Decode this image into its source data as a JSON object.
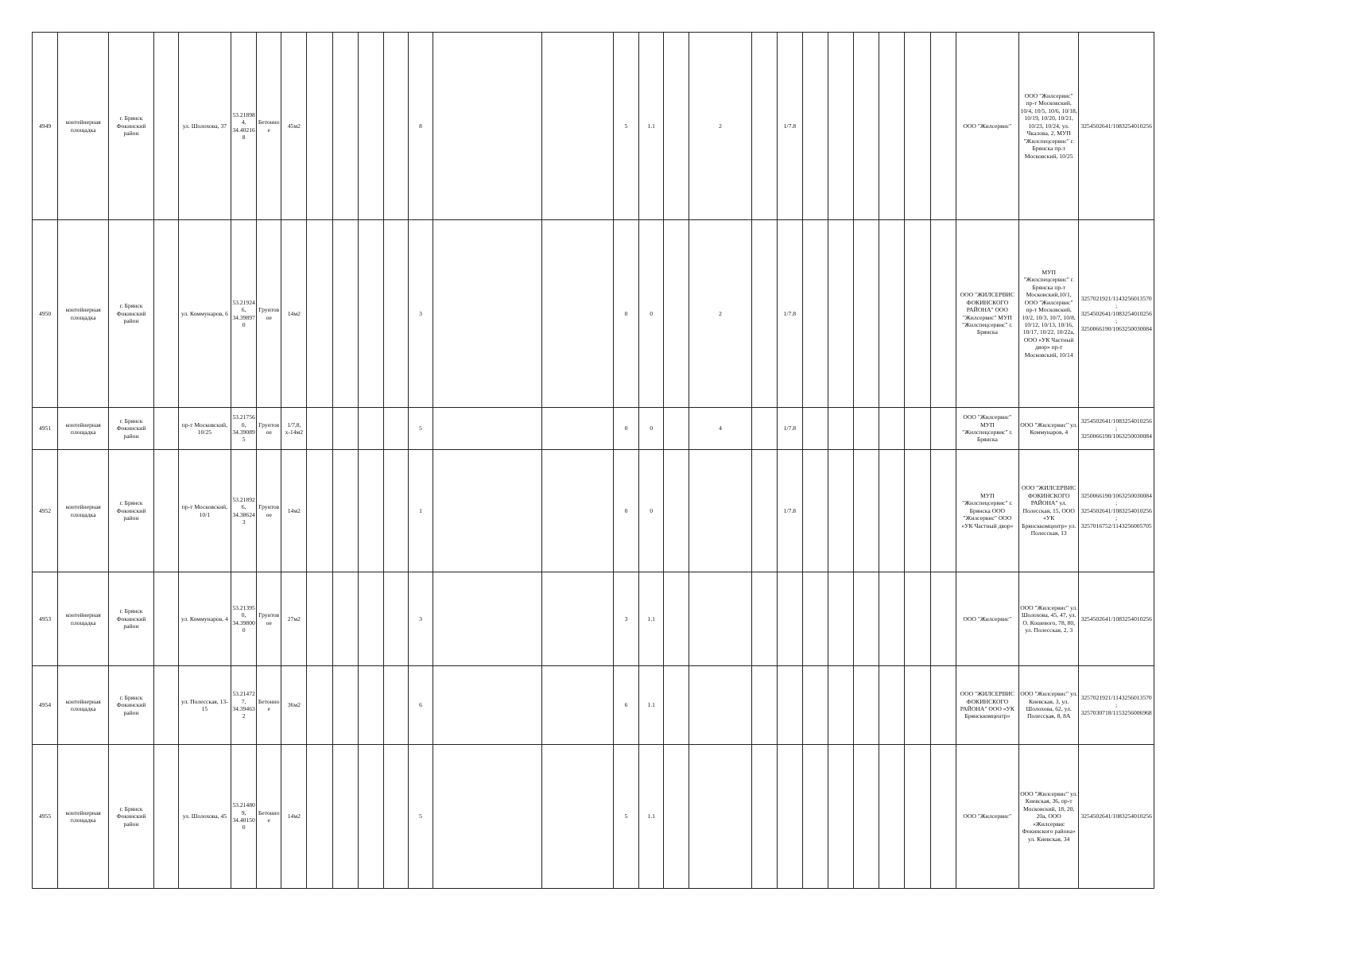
{
  "rows": [
    {
      "id": "4949",
      "type": "контейнерная площадка",
      "city": "г. Брянск Фокинский район",
      "address": "ул. Шолохова, 37",
      "coords": "53.218984, 34.402168",
      "surface": "Бетонное",
      "area": "45м2",
      "c12": "8",
      "c15": "5",
      "c16": "1.1",
      "c18": "2",
      "c20": "1/7.8",
      "owner": "ООО \"Жилсервис\"",
      "sources": "ООО \"Жилсервис\" пр-т Московский, 10/4, 10/5, 10/6, 10/18, 10/19, 10/20, 10/21, 10/23, 10/24, ул. Чкалова, 2, МУП \"Жилспецсервис\" г. Брянска пр-т Московский, 10/25",
      "inn": "3254502641/1083254010256"
    },
    {
      "id": "4950",
      "type": "контейнерная площадка",
      "city": "г. Брянск Фокинский район",
      "address": "ул. Коммунаров, 6",
      "coords": "53.219246, 34.398970",
      "surface": "Грунтовое",
      "area": "14м2",
      "c12": "3",
      "c15": "0",
      "c16": "0",
      "c18": "2",
      "c20": "1/7.8",
      "owner": "ООО \"ЖИЛСЕРВИС ФОКИНСКОГО РАЙОНА\" ООО \"Жилсервис\" МУП \"Жилспецсервис\" г. Брянска",
      "sources": "МУП \"Жилспецсервис\" г. Брянска пр-т Московский,10/1, ООО \"Жилсервис\" пр-т Московский, 10/2, 10/3, 10/7, 10/8, 10/12, 10/13, 10/16, 10/17, 10/22, 10/22а, ООО «УК Частный двор» пр-т Московский, 10/14",
      "inn": "3257021921/1143256013570 ; 3254502641/1083254010256 ; 3250066190/1063250030084"
    },
    {
      "id": "4951",
      "type": "контейнерная площадка",
      "city": "г. Брянск Фокинский район",
      "address": "пр-т Московский, 10/25",
      "coords": "53.217560, 34.390895",
      "surface": "Грунтовое",
      "area": "1/7,8, х-14м2",
      "c12": "5",
      "c15": "0",
      "c16": "0",
      "c18": "4",
      "c20": "1/7.8",
      "owner": "ООО \"Жилсервис\" МУП \"Жилспецсервис\" г. Брянска",
      "sources": "ООО \"Жилсервис\" ул. Коммунаров, 4",
      "inn": "3254502641/1083254010256 ; 3250066190/1063250030084"
    },
    {
      "id": "4952",
      "type": "контейнерная площадка",
      "city": "г. Брянск Фокинский район",
      "address": "пр-т Московский, 10/1",
      "coords": "53.218926, 34.386243",
      "surface": "Грунтовое",
      "area": "14м2",
      "c12": "1",
      "c15": "0",
      "c16": "0",
      "c18": "",
      "c20": "1/7.8",
      "owner": "МУП \"Жилспецсервис\" г. Брянска ООО \"Жилсервис\" ООО «УК Частный двор»",
      "sources": "ООО \"ЖИЛСЕРВИС ФОКИНСКОГО РАЙОНА\" ул. Полесская, 15, ООО «УК Брянсккомцентр» ул. Полесская, 13",
      "inn": "3250066190/1063250030084 ; 3254502641/1083254010256 ; 3257016752/1143256005705"
    },
    {
      "id": "4953",
      "type": "контейнерная площадка",
      "city": "г. Брянск Фокинский район",
      "address": "ул. Коммунаров, 4",
      "coords": "53.213950, 34.398000",
      "surface": "Грунтовое",
      "area": "27м2",
      "c12": "3",
      "c15": "3",
      "c16": "1.1",
      "c18": "",
      "c20": "",
      "owner": "ООО \"Жилсервис\"",
      "sources": "ООО \"Жилсервис\" ул. Шолохова, 45, 47, ул. О. Кошевого, 78, 80, ул. Полесская, 2, 3",
      "inn": "3254502641/1083254010256"
    },
    {
      "id": "4954",
      "type": "контейнерная площадка",
      "city": "г. Брянск Фокинский район",
      "address": "ул. Полесская, 13-15",
      "coords": "53.214727, 34.394632",
      "surface": "Бетонное",
      "area": "36м2",
      "c12": "6",
      "c15": "6",
      "c16": "1.1",
      "c18": "",
      "c20": "",
      "owner": "ООО \"ЖИЛСЕРВИС ФОКИНСКОГО РАЙОНА\" ООО «УК Брянсккомцентр»",
      "sources": "ООО \"Жилсервис\" ул. Киевская, 3, ул. Шолохова, 62, ул. Полесская, 8, 8А",
      "inn": "3257021921/1143256013570 ; 3257030718/1153256006968"
    },
    {
      "id": "4955",
      "type": "контейнерная площадка",
      "city": "г. Брянск Фокинский район",
      "address": "ул. Шолохова, 45",
      "coords": "53.214809, 34.401500",
      "surface": "Бетонное",
      "area": "14м2",
      "c12": "5",
      "c15": "5",
      "c16": "1.1",
      "c18": "",
      "c20": "",
      "owner": "ООО \"Жилсервис\"",
      "sources": "ООО \"Жилсервис\" ул. Киевская, 36, пр-т Московский, 18, 20, 20а, ООО «Жилсервис Фокинского района» ул. Киевская, 34",
      "inn": "3254502641/1083254010256"
    }
  ]
}
